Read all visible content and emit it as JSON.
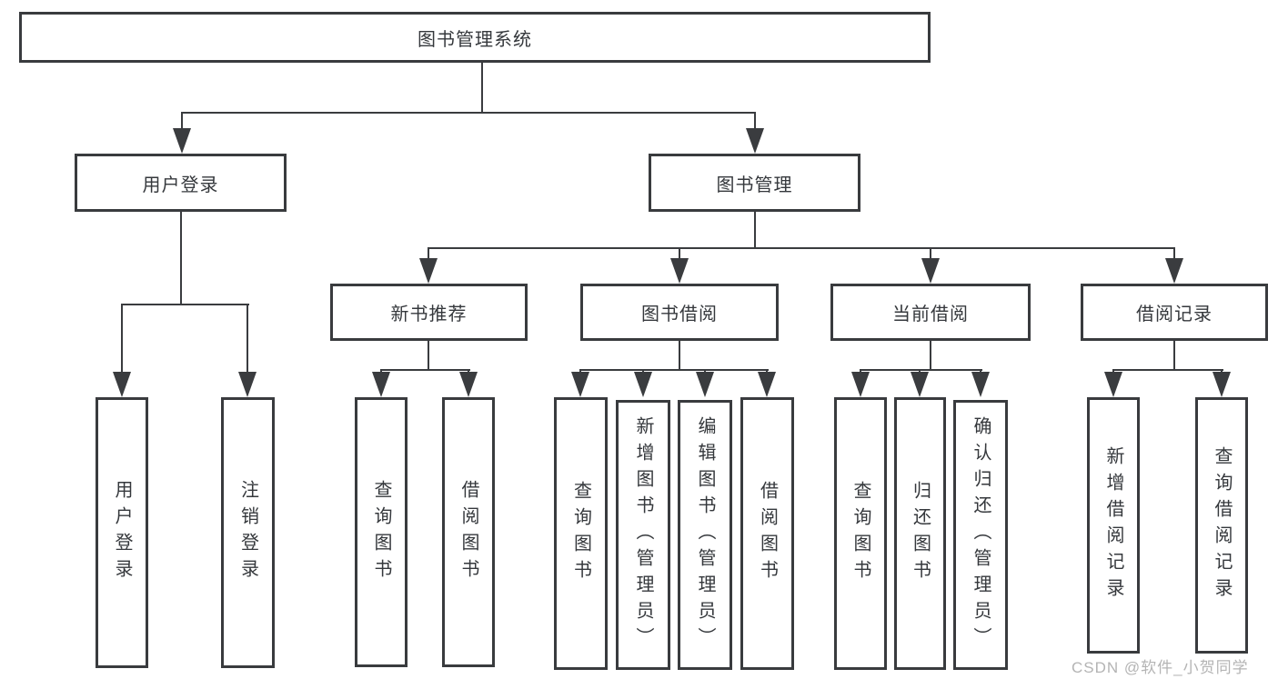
{
  "diagram": {
    "root": {
      "label": "图书管理系统"
    },
    "branches": [
      {
        "label": "用户登录",
        "children": [
          {
            "label": "用户登录"
          },
          {
            "label": "注销登录"
          }
        ]
      },
      {
        "label": "图书管理",
        "children": [
          {
            "label": "新书推荐",
            "children": [
              {
                "label": "查询图书"
              },
              {
                "label": "借阅图书"
              }
            ]
          },
          {
            "label": "图书借阅",
            "children": [
              {
                "label": "查询图书"
              },
              {
                "label": "新增图书（管理员）"
              },
              {
                "label": "编辑图书（管理员）"
              },
              {
                "label": "借阅图书"
              }
            ]
          },
          {
            "label": "当前借阅",
            "children": [
              {
                "label": "查询图书"
              },
              {
                "label": "归还图书"
              },
              {
                "label": "确认归还（管理员）"
              }
            ]
          },
          {
            "label": "借阅记录",
            "children": [
              {
                "label": "新增借阅记录"
              },
              {
                "label": "查询借阅记录"
              }
            ]
          }
        ]
      }
    ],
    "watermark": "CSDN @软件_小贺同学",
    "colors": {
      "line": "#3a3c3f",
      "box_border": "#393b3e",
      "box_background": "#ffffff",
      "text": "#35383c",
      "watermark": "#b4b4b4",
      "page_background": "#ffffff"
    }
  }
}
